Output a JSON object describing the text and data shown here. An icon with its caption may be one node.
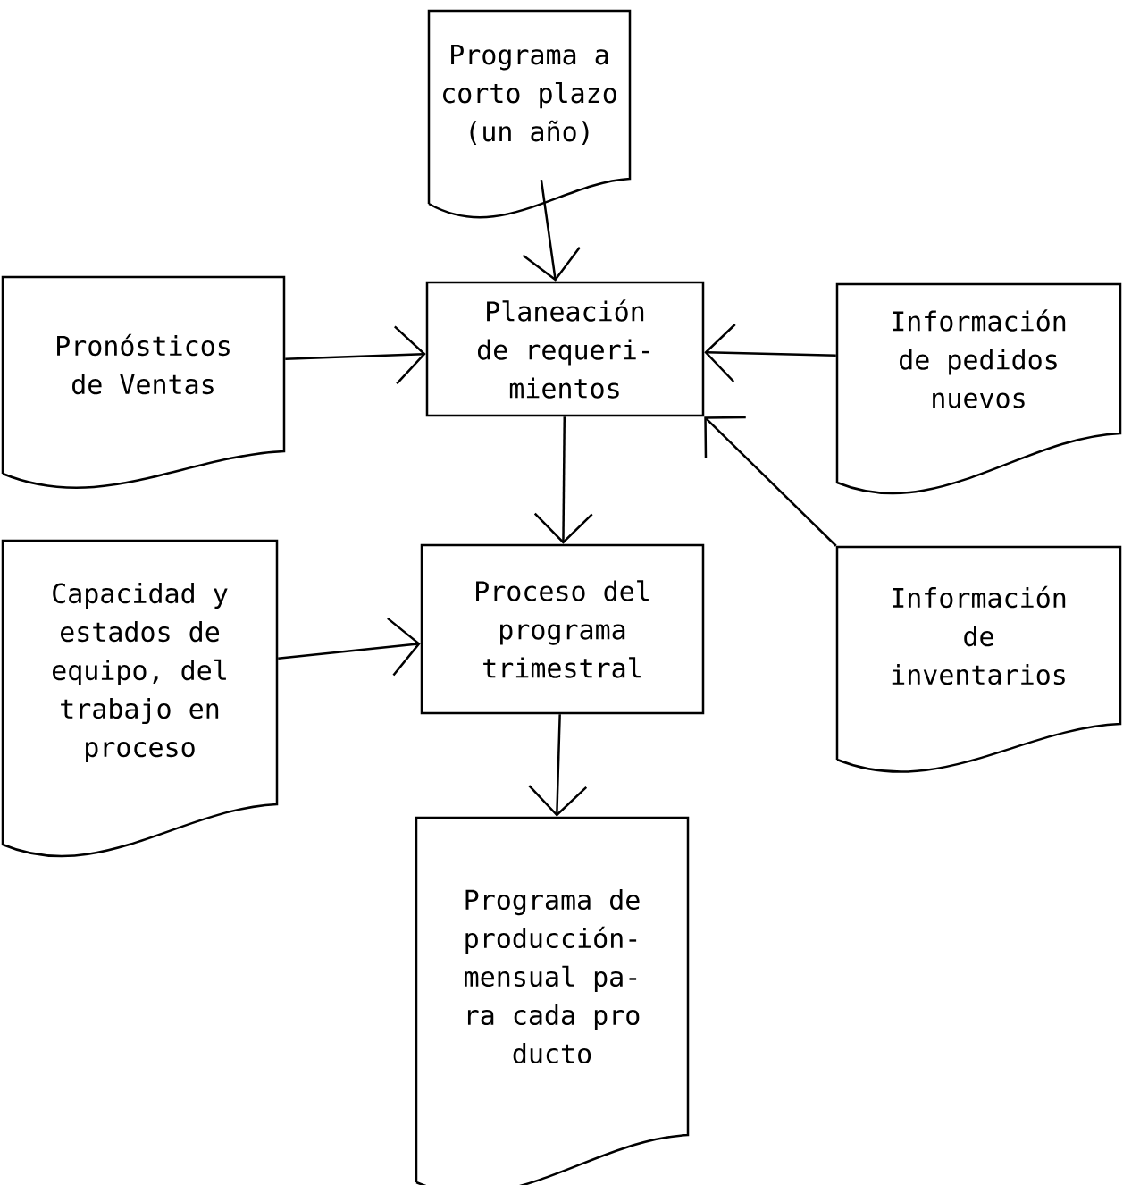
{
  "diagram": {
    "nodes": [
      {
        "text": [
          "Programa a corto plazo (un año)"
        ]
      },
      {
        "text": [
          "Planeación de requeri- mientos"
        ]
      },
      {
        "text": [
          "Pronósticos de Ventas"
        ]
      },
      {
        "text": [
          "Información de pedidos nuevos"
        ]
      },
      {
        "text": [
          "Proceso del programa trimestral"
        ]
      },
      {
        "text": [
          "Capacidad y estados de equipo, del trabajo en proceso"
        ]
      },
      {
        "text": [
          "Información de inventarios"
        ]
      },
      {
        "text": [
          "Programa de producción- mensual pa- ra cada pro ducto"
        ]
      }
    ],
    "edges": [
      {
        "from": 0,
        "to": 1,
        "arrow": "to"
      },
      {
        "from": 2,
        "to": 1,
        "arrow": "to"
      },
      {
        "from": 3,
        "to": 1,
        "arrow": "to"
      },
      {
        "from": 6,
        "to": 1,
        "arrow": "to"
      },
      {
        "from": 1,
        "to": 4,
        "arrow": "to"
      },
      {
        "from": 5,
        "to": 4,
        "arrow": "to"
      },
      {
        "from": 4,
        "to": 7,
        "arrow": "to"
      }
    ]
  }
}
